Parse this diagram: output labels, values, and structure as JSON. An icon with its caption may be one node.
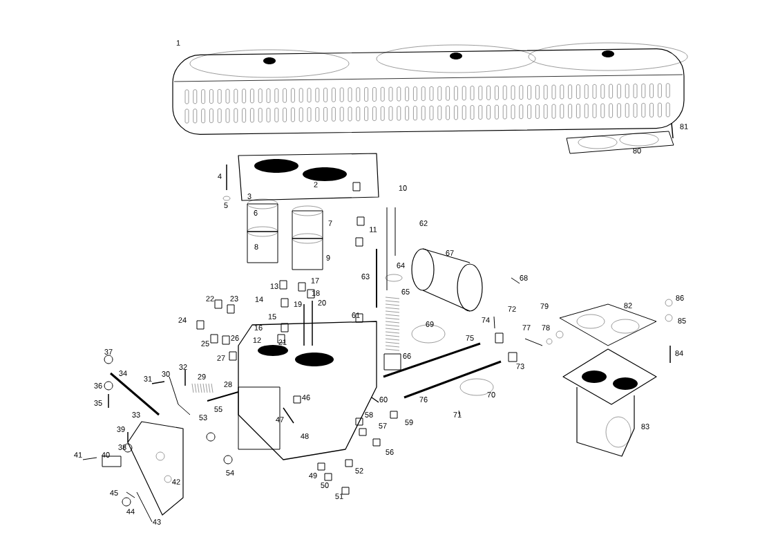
{
  "diagram": {
    "labels": [
      "1",
      "81",
      "80",
      "4",
      "2",
      "10",
      "3",
      "5",
      "6",
      "7",
      "62",
      "11",
      "8",
      "67",
      "9",
      "64",
      "63",
      "68",
      "17",
      "13",
      "65",
      "18",
      "86",
      "14",
      "22",
      "23",
      "20",
      "19",
      "82",
      "79",
      "72",
      "61",
      "15",
      "24",
      "74",
      "85",
      "69",
      "16",
      "77",
      "78",
      "26",
      "75",
      "12",
      "21",
      "25",
      "37",
      "84",
      "66",
      "27",
      "73",
      "32",
      "34",
      "30",
      "29",
      "31",
      "28",
      "36",
      "70",
      "46",
      "60",
      "76",
      "35",
      "55",
      "33",
      "71",
      "58",
      "53",
      "47",
      "59",
      "57",
      "83",
      "39",
      "48",
      "38",
      "56",
      "41",
      "40",
      "52",
      "54",
      "49",
      "42",
      "50",
      "45",
      "51",
      "44",
      "43"
    ]
  }
}
